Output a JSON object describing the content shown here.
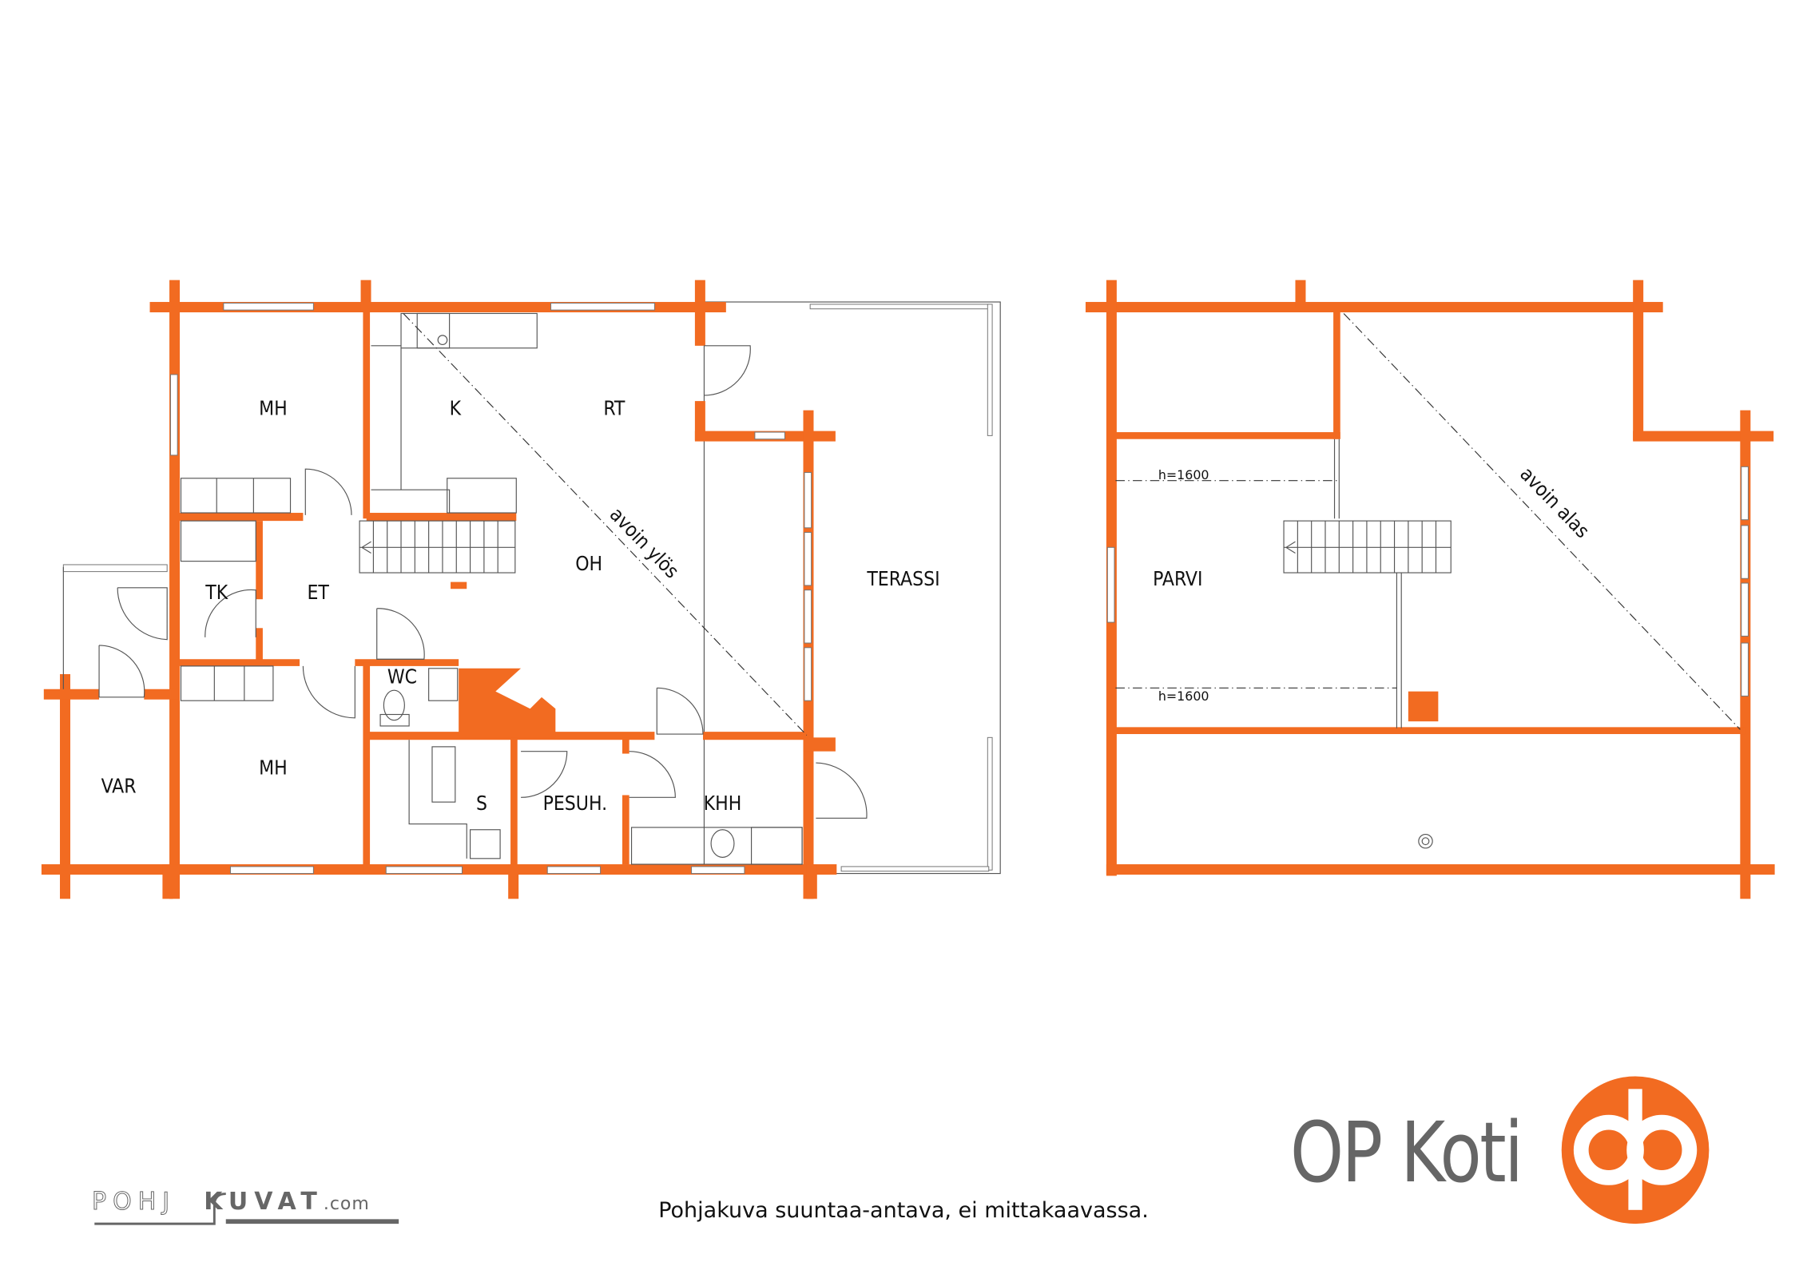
{
  "ground_floor": {
    "rooms": {
      "mh_top": "MH",
      "k": "K",
      "rt": "RT",
      "tk": "TK",
      "et": "ET",
      "oh": "OH",
      "terassi": "TERASSI",
      "wc": "WC",
      "var": "VAR",
      "mh_bottom": "MH",
      "s": "S",
      "pesuh": "PESUH.",
      "khh": "KHH"
    },
    "open_note": "avoin ylös"
  },
  "upper_floor": {
    "rooms": {
      "parvi": "PARVI"
    },
    "open_note": "avoin alas",
    "height_note_1": "h=1600",
    "height_note_2": "h=1600"
  },
  "footer": {
    "disclaimer": "Pohjakuva suuntaa-antava, ei mittakaavassa.",
    "brand": "OP Koti",
    "credit_part1": "POHJ",
    "credit_part2": "KUVAT",
    "credit_part3": ".com"
  },
  "colors": {
    "wall": "#F26B21",
    "brand_gray": "#666666"
  }
}
